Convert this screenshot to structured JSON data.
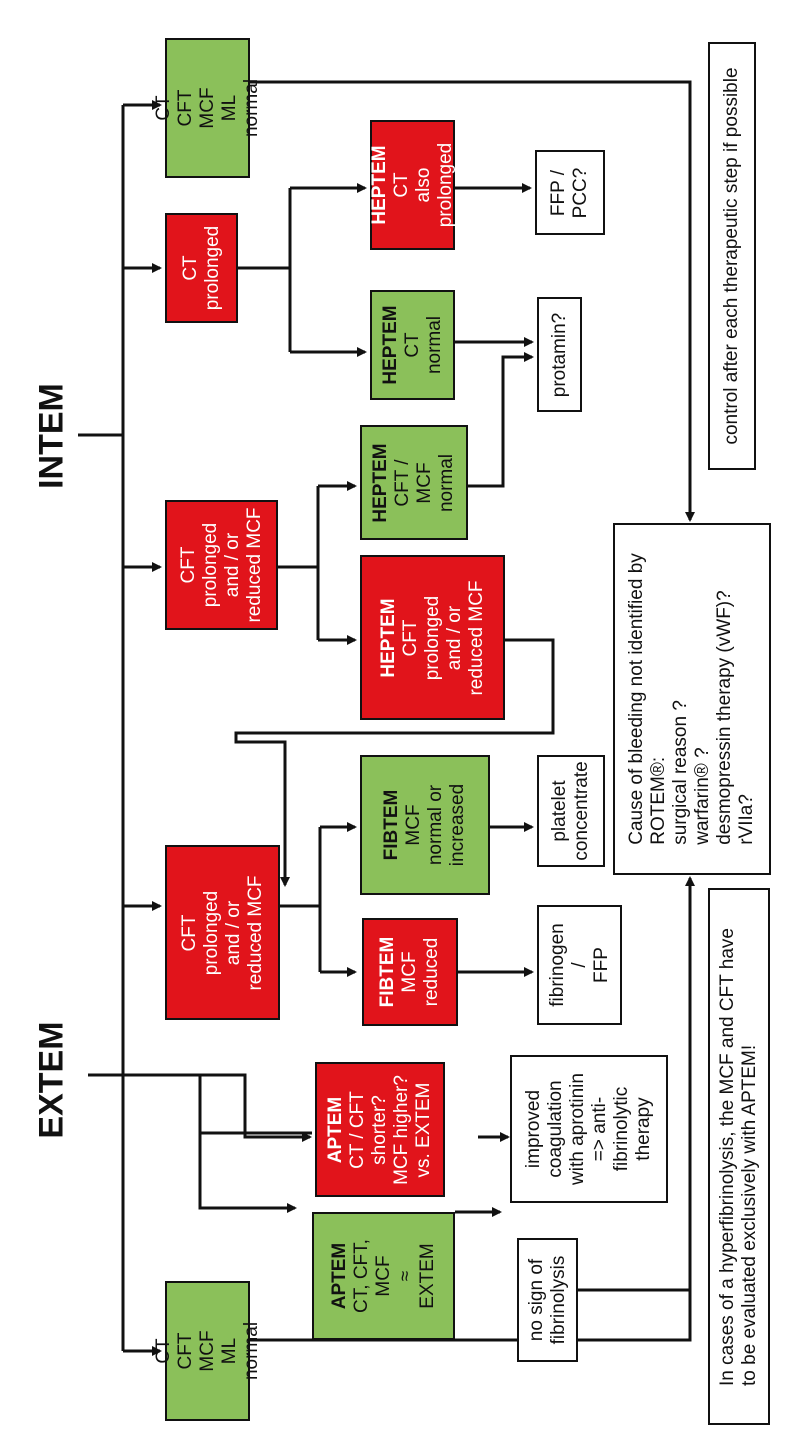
{
  "headings": {
    "intem": "INTEM",
    "extem": "EXTEM"
  },
  "intem": {
    "normal": {
      "lines": [
        "CT",
        "CFT",
        "MCF",
        "ML",
        "normal"
      ]
    },
    "ct_prolonged": {
      "lines": [
        "CT",
        "prolonged"
      ]
    },
    "cft_prolonged": {
      "lines": [
        "CFT",
        "prolonged",
        "and / or",
        "reduced MCF"
      ]
    },
    "heptem_ct_also": {
      "keyword": "HEPTEM",
      "lines": [
        "CT",
        "also",
        "prolonged"
      ]
    },
    "heptem_ct_normal": {
      "keyword": "HEPTEM",
      "lines": [
        "CT",
        "normal"
      ]
    },
    "heptem_cft_normal": {
      "keyword": "HEPTEM",
      "lines": [
        "CFT /",
        "MCF",
        "normal"
      ]
    },
    "heptem_cft_reduced": {
      "keyword": "HEPTEM",
      "lines": [
        "CFT",
        "prolonged",
        "and / or",
        "reduced MCF"
      ]
    },
    "ffp_pcc": {
      "lines": [
        "FFP /",
        "PCC?"
      ]
    },
    "protamin": {
      "lines": [
        "protamin?"
      ]
    }
  },
  "extem": {
    "normal": {
      "lines": [
        "CT",
        "CFT",
        "MCF",
        "ML",
        "normal"
      ]
    },
    "aptem_equal": {
      "keyword": "APTEM",
      "lines": [
        "CT, CFT,",
        "MCF",
        "≈",
        "EXTEM"
      ]
    },
    "aptem_shorter": {
      "keyword": "APTEM",
      "lines": [
        "CT / CFT",
        "shorter?",
        "MCF higher?",
        "vs. EXTEM"
      ]
    },
    "cft_prolonged": {
      "lines": [
        "CFT",
        "prolonged",
        "and / or",
        "reduced MCF"
      ]
    },
    "fibtem_reduced": {
      "keyword": "FIBTEM",
      "lines": [
        "MCF",
        "reduced"
      ]
    },
    "fibtem_normal": {
      "keyword": "FIBTEM",
      "lines": [
        "MCF",
        "normal or",
        "increased"
      ]
    },
    "no_sign": {
      "lines": [
        "no sign of",
        "fibrinolysis"
      ]
    },
    "improved": {
      "lines": [
        "improved",
        "coagulation",
        "with aprotinin",
        "=> anti-",
        "fibrinolytic",
        "therapy"
      ]
    },
    "fibrinogen": {
      "lines": [
        "fibrinogen",
        "/",
        "FFP"
      ]
    },
    "platelet": {
      "lines": [
        "platelet",
        "concentrate"
      ]
    }
  },
  "cause": {
    "lines": [
      "Cause of bleeding not identified by",
      "ROTEM®:",
      "surgical reason ?",
      "warfarin® ?",
      "desmopressin therapy  (vWF)?",
      "rVIIa?"
    ]
  },
  "control": {
    "lines": [
      "control after each therapeutic step if possible"
    ]
  },
  "note": {
    "lines": [
      "In cases of a hyperfibrinolysis, the MCF and CFT have",
      "to be evaluated exclusively with APTEM!"
    ]
  }
}
